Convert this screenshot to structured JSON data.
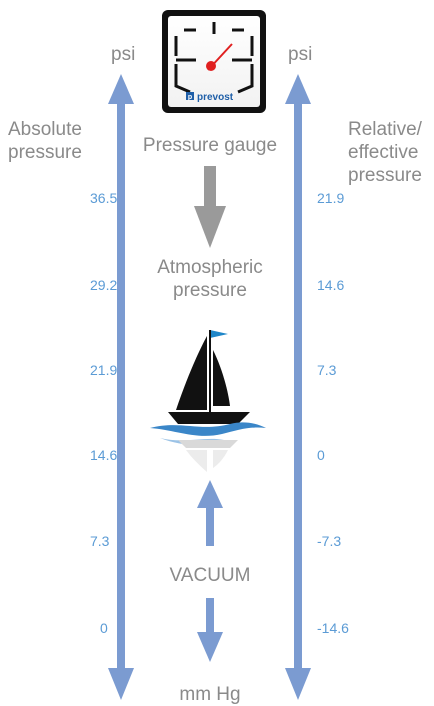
{
  "left_unit": "psi",
  "right_unit": "psi",
  "left_title": "Absolute pressure",
  "right_title": "Relative/ effective pressure",
  "gauge_label": "Pressure gauge",
  "gauge_brand": "prevost",
  "atmospheric_label": "Atmospheric pressure",
  "vacuum_label": "VACUUM",
  "bottom_unit": "mm Hg",
  "left_ticks": [
    "36.5",
    "29.2",
    "21.9",
    "14.6",
    "7.3",
    "0"
  ],
  "right_ticks": [
    "21.9",
    "14.6",
    "7.3",
    "0",
    "-7.3",
    "-14.6"
  ],
  "colors": {
    "arrow_blue": "#7b9bd1",
    "tick_blue": "#5b9bd5",
    "label_gray": "#8a8a8a",
    "gauge_needle": "#e02020",
    "sail_blue": "#1f86c8",
    "wave_blue": "#3a86c8"
  },
  "icons": [
    "pressure-gauge-icon",
    "sailboat-icon"
  ]
}
